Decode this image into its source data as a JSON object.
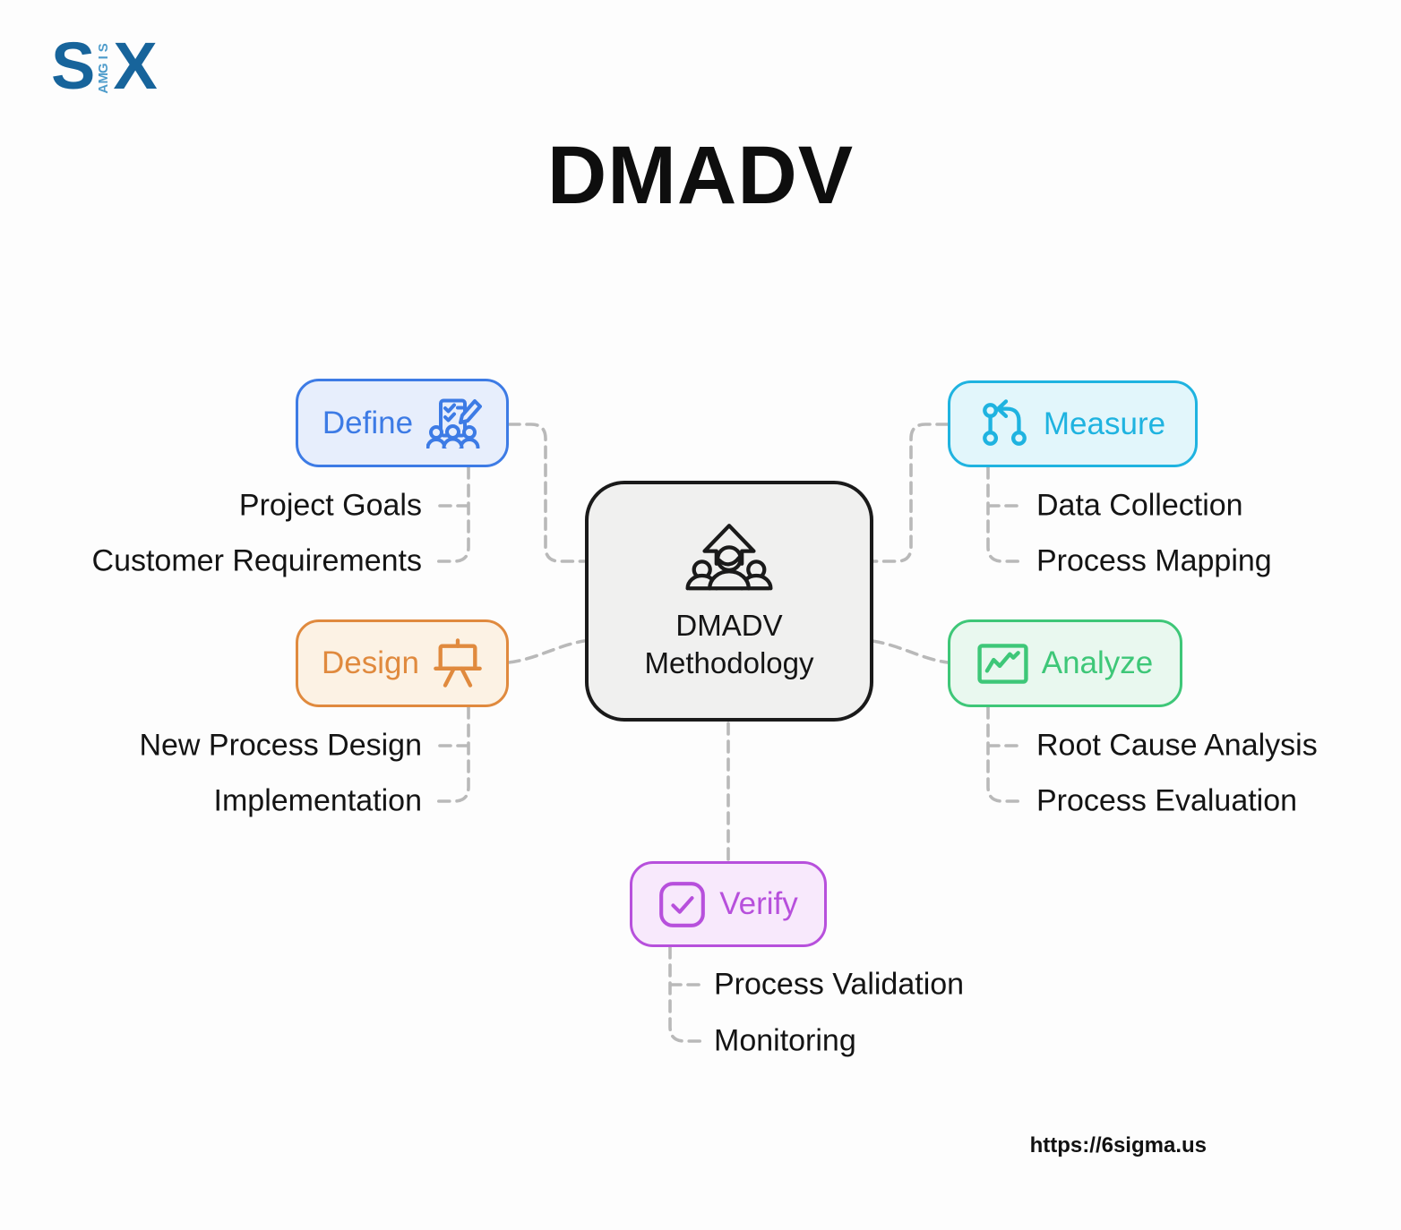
{
  "page": {
    "title": "DMADV",
    "footer_url": "https://6sigma.us"
  },
  "logo": {
    "first": "S",
    "vertical": "SIGMA",
    "last": "X",
    "primary_color": "#17649B",
    "secondary_color": "#4E9CCB"
  },
  "center_node": {
    "line1": "DMADV",
    "line2": "Methodology",
    "icon": "team-growth-arrow-icon",
    "fill": "#F0F0EF",
    "border_color": "#1A1A1A"
  },
  "phases": [
    {
      "id": "define",
      "label": "Define",
      "icon": "clipboard-checklist-team-icon",
      "color": "#3D7BE5",
      "fill": "#E7EEFC",
      "items": [
        "Project Goals",
        "Customer Requirements"
      ]
    },
    {
      "id": "measure",
      "label": "Measure",
      "icon": "route-nodes-arrow-icon",
      "color": "#1FB3E0",
      "fill": "#E2F6FB",
      "items": [
        "Data Collection",
        "Process Mapping"
      ]
    },
    {
      "id": "design",
      "label": "Design",
      "icon": "easel-icon",
      "color": "#E08A3E",
      "fill": "#FCF2E4",
      "items": [
        "New Process Design",
        "Implementation"
      ]
    },
    {
      "id": "analyze",
      "label": "Analyze",
      "icon": "line-chart-icon",
      "color": "#3EC778",
      "fill": "#E9F8EF",
      "items": [
        "Root Cause Analysis",
        "Process Evaluation"
      ]
    },
    {
      "id": "verify",
      "label": "Verify",
      "icon": "check-square-icon",
      "color": "#B750DC",
      "fill": "#F8E9FC",
      "items": [
        "Process Validation",
        "Monitoring"
      ]
    }
  ],
  "connectors": {
    "color": "#B9B9B9",
    "style": "dashed"
  }
}
